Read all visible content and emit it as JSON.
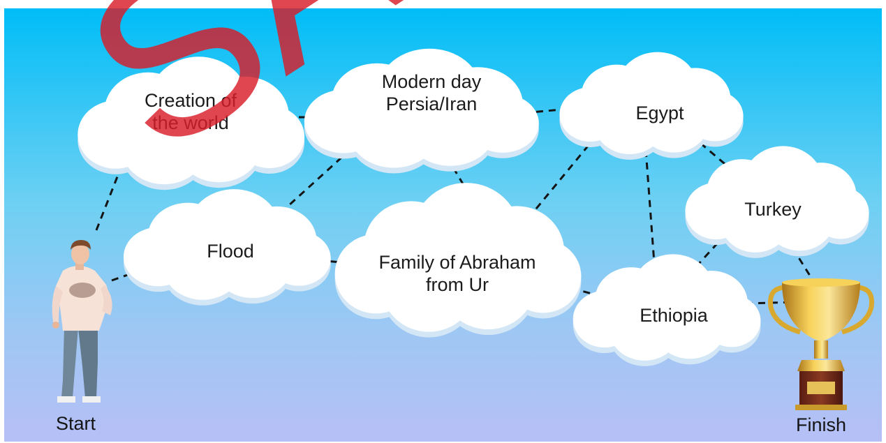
{
  "watermark": "SA",
  "colors": {
    "sky_top": "#00bdf7",
    "sky_bottom": "#b6bff6",
    "cloud": "#ffffff",
    "cloud_shadow": "#d2e6f6",
    "line": "#141414",
    "watermark": "#d81e2a"
  },
  "nodes": [
    {
      "id": "creation",
      "name": "node-creation-of-the-world",
      "lines": [
        "Creation of",
        "the world"
      ]
    },
    {
      "id": "persia",
      "name": "node-modern-day-persia-iran",
      "lines": [
        "Modern day",
        "Persia/Iran"
      ]
    },
    {
      "id": "egypt",
      "name": "node-egypt",
      "lines": [
        "Egypt"
      ]
    },
    {
      "id": "turkey",
      "name": "node-turkey",
      "lines": [
        "Turkey"
      ]
    },
    {
      "id": "flood",
      "name": "node-flood",
      "lines": [
        "Flood"
      ]
    },
    {
      "id": "abraham",
      "name": "node-family-of-abraham",
      "lines": [
        "Family of Abraham",
        "from Ur"
      ]
    },
    {
      "id": "ethiopia",
      "name": "node-ethiopia",
      "lines": [
        "Ethiopia"
      ]
    }
  ],
  "edges": [
    [
      "start",
      "creation"
    ],
    [
      "start",
      "flood"
    ],
    [
      "creation",
      "flood"
    ],
    [
      "creation",
      "persia"
    ],
    [
      "flood",
      "persia"
    ],
    [
      "flood",
      "abraham"
    ],
    [
      "persia",
      "abraham"
    ],
    [
      "persia",
      "egypt"
    ],
    [
      "abraham",
      "egypt"
    ],
    [
      "abraham",
      "ethiopia"
    ],
    [
      "egypt",
      "ethiopia"
    ],
    [
      "egypt",
      "turkey"
    ],
    [
      "turkey",
      "ethiopia"
    ],
    [
      "turkey",
      "finish"
    ],
    [
      "ethiopia",
      "finish"
    ]
  ],
  "start": {
    "label": "Start",
    "icon": "person-icon"
  },
  "finish": {
    "label": "Finish",
    "icon": "trophy-icon"
  }
}
